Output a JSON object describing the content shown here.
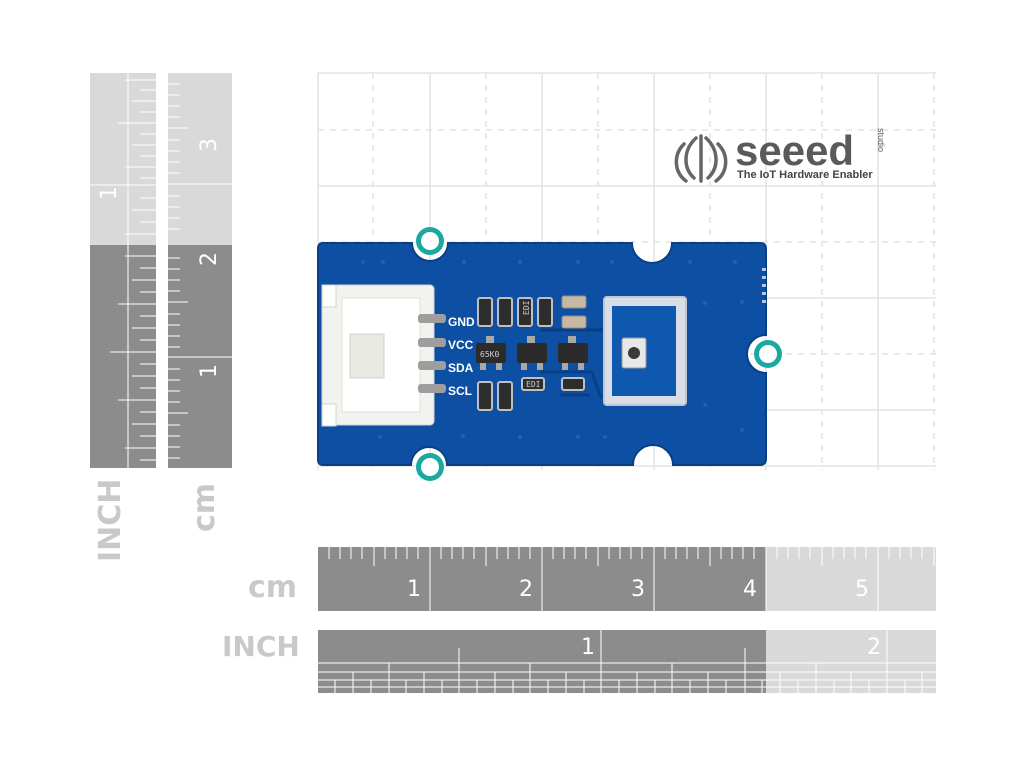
{
  "brand": {
    "name": "seeed",
    "studio": "studio",
    "tagline": "The IoT Hardware Enabler"
  },
  "board": {
    "pins": [
      "GND",
      "VCC",
      "SDA",
      "SCL"
    ],
    "chip_marking": "65K0",
    "cap_marking_1": "EDI",
    "cap_marking_2": "EDI"
  },
  "rulers": {
    "vertical_inch_label": "INCH",
    "vertical_cm_label": "cm",
    "vertical_inch_numbers": [
      "1"
    ],
    "vertical_cm_numbers": [
      "3",
      "2",
      "1"
    ],
    "horizontal_cm_label": "cm",
    "horizontal_cm_numbers": [
      "1",
      "2",
      "3",
      "4",
      "5"
    ],
    "horizontal_inch_label": "INCH",
    "horizontal_inch_numbers": [
      "1",
      "2"
    ]
  },
  "colors": {
    "pcb": "#0d4fa3",
    "pcb_edge": "#0a3f86",
    "ruler_dark": "#8c8c8c",
    "ruler_light": "#d9d9d9",
    "grid": "#e2e2e2",
    "connector": "#f2f2ee"
  }
}
